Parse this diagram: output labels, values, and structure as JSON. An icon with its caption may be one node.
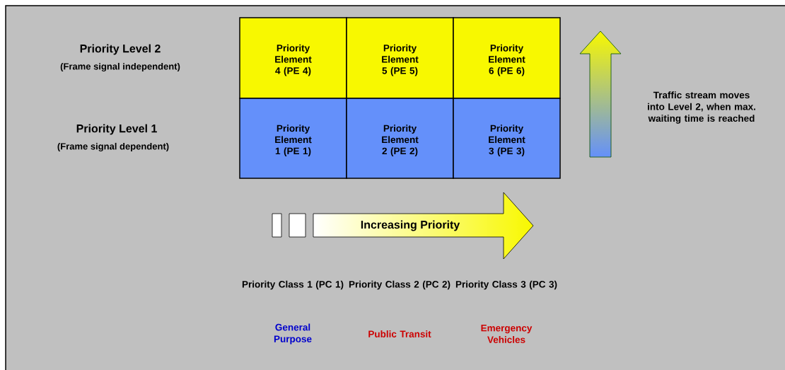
{
  "diagram": {
    "nodes": [
      {
        "text": [
          "Priority Element 4 (PE 4)"
        ]
      },
      {
        "text": [
          "Priority Element 5 (PE 5)"
        ]
      },
      {
        "text": [
          "Priority Element 6 (PE 6)"
        ]
      },
      {
        "text": [
          "Priority Element 1 (PE 1)"
        ]
      },
      {
        "text": [
          "Priority Element 2 (PE 2)"
        ]
      },
      {
        "text": [
          "Priority Element 3 (PE 3)"
        ]
      },
      {
        "text": [
          "Increasing Priority"
        ]
      }
    ],
    "labels": [
      "Priority Level 2",
      "(Frame signal independent)",
      "Priority Level 1",
      "(Frame signal dependent)",
      "Traffic stream moves into Level 2, when max. waiting time is reached",
      "Priority Class 1 (PC 1)",
      "Priority Class 2 (PC 2)",
      "Priority Class 3 (PC 3)",
      "General Purpose",
      "Public Transit",
      "Emergency Vehicles"
    ]
  }
}
